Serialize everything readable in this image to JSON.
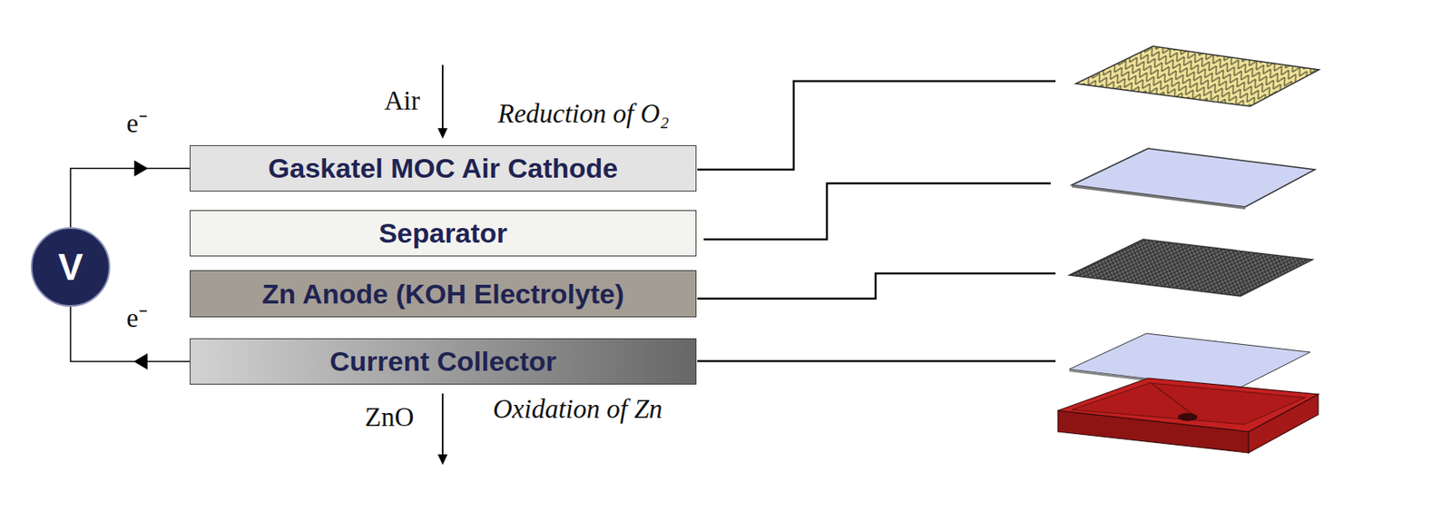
{
  "diagram": {
    "nodes": [
      {
        "text": [
          "Gaskatel MOC Air Cathode"
        ]
      },
      {
        "text": [
          "Separator"
        ]
      },
      {
        "text": [
          "Zn Anode (KOH Electrolyte)"
        ]
      },
      {
        "text": [
          "Current Collector"
        ]
      },
      {
        "text": [
          "V"
        ]
      }
    ],
    "edges": [
      {
        "from": 4,
        "to": 0,
        "arrow": "to"
      },
      {
        "from": 3,
        "to": 4,
        "arrow": "to"
      }
    ],
    "labels": [
      "e⁻",
      "Air",
      "Reduction of O₂",
      "e⁻",
      "ZnO",
      "Oxidation of Zn"
    ]
  }
}
